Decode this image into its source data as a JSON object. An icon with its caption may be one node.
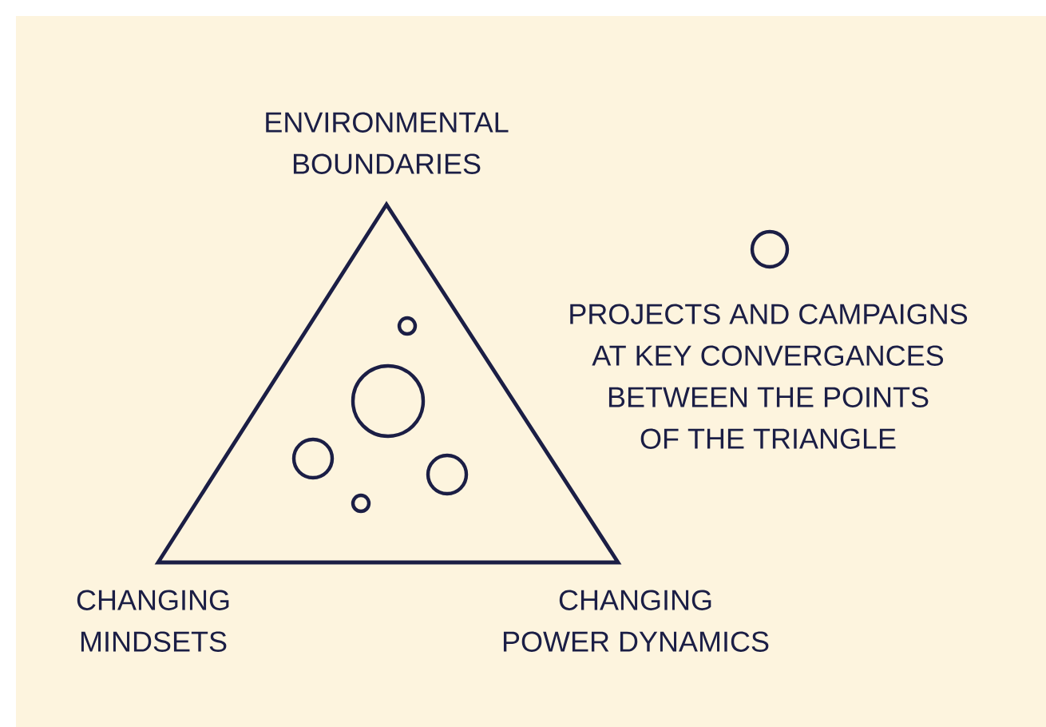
{
  "diagram": {
    "nodes": [
      {
        "text": [],
        "shape": "triangle"
      },
      {
        "text": [],
        "shape": "circle",
        "in": 0
      },
      {
        "text": [],
        "shape": "circle",
        "in": 0
      },
      {
        "text": [],
        "shape": "circle",
        "in": 0
      },
      {
        "text": [],
        "shape": "circle",
        "in": 0
      },
      {
        "text": [],
        "shape": "circle",
        "in": 0
      }
    ],
    "labels": [
      "ENVIRONMENTAL BOUNDARIES",
      "CHANGING MINDSETS",
      "CHANGING POWER DYNAMICS"
    ],
    "legend": [
      {
        "text": "PROJECTS AND CAMPAIGNS AT KEY CONVERGANCES BETWEEN THE POINTS OF THE TRIANGLE"
      }
    ]
  }
}
